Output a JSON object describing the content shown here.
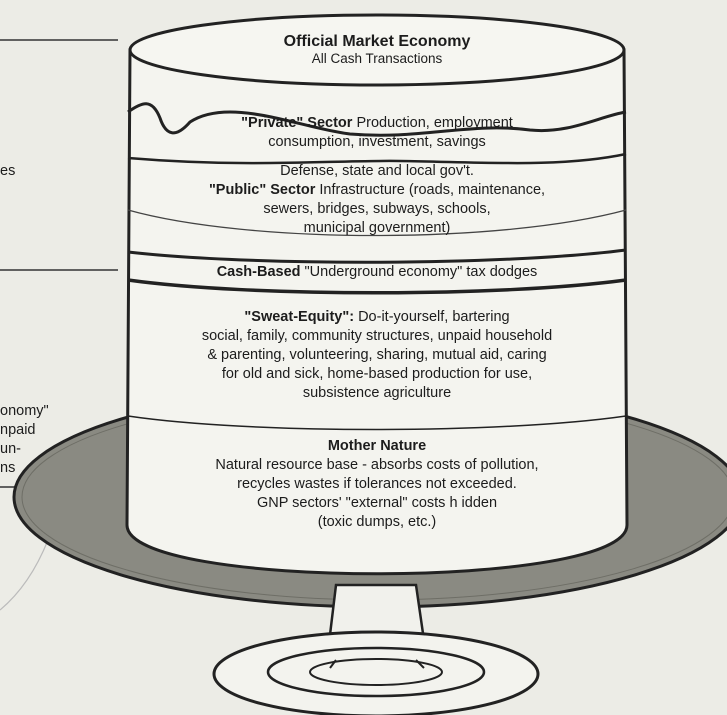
{
  "top_layer": {
    "title": "Official Market Economy",
    "subtitle": "All Cash Transactions"
  },
  "private_sector": {
    "label": "\"Private\" Sector",
    "line1_rest": "Production, employment",
    "line2": "consumption, investment, savings"
  },
  "public_sector": {
    "line1": "Defense, state and local gov't.",
    "label": "\"Public\" Sector",
    "line2_rest": "Infrastructure (roads, maintenance,",
    "line3": "sewers, bridges, subways, schools,",
    "line4": "municipal government)"
  },
  "underground": {
    "label": "Cash-Based",
    "rest": "\"Underground economy\" tax dodges"
  },
  "sweat_equity": {
    "label": "\"Sweat-Equity\":",
    "line1_rest": "Do-it-yourself, bartering",
    "line2": "social, family, community structures, unpaid household",
    "line3": "& parenting, volunteering, sharing, mutual aid, caring",
    "line4": "for old and sick, home-based production for use,",
    "line5": "subsistence agriculture"
  },
  "mother_nature": {
    "title": "Mother Nature",
    "line1": "Natural resource base - absorbs costs of pollution,",
    "line2": "recycles wastes if tolerances not exceeded.",
    "line3": "GNP sectors' \"external\" costs h idden",
    "line4": "(toxic dumps, etc.)"
  },
  "left_margin": {
    "fragment1": "es",
    "fragment2": "onomy\"",
    "fragment3": "npaid",
    "fragment4": "un-",
    "fragment5": "ns"
  },
  "colors": {
    "background": "#ecece6",
    "plate": "#8a8a82",
    "line": "#222222",
    "cake": "#f4f4ef"
  }
}
